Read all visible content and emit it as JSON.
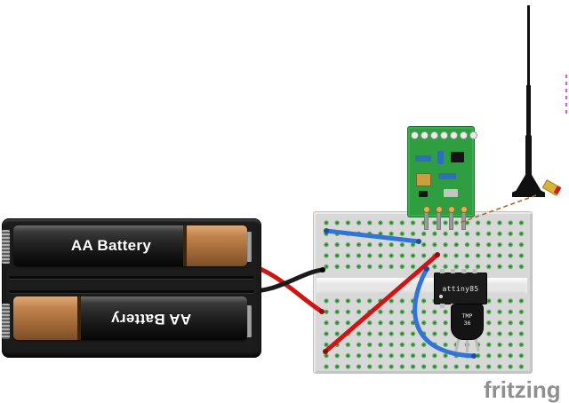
{
  "watermark": {
    "label": "fritzing"
  },
  "battery_holder": {
    "top_battery": {
      "label": "AA Battery"
    },
    "bottom_battery": {
      "label": "AA Battery"
    }
  },
  "components": {
    "attiny": {
      "label": "attiny85"
    },
    "tmp36": {
      "label_line1": "TMP",
      "label_line2": "36"
    }
  },
  "colors": {
    "wire_red": "#cf1414",
    "wire_black": "#1b1b1b",
    "wire_blue": "#3174d6",
    "breadboard_gray": "#d8d8d8",
    "hole_green": "#4fb153",
    "pcb_green": "#2f9e41",
    "battery_body_black": "#1c1c1c",
    "battery_copper": "#b97e4b",
    "antenna_black": "#111111",
    "dashed_connection": "#a8672b",
    "connector_yellow": "#d9b23a",
    "connector_red": "#cc2020",
    "marker_magenta": "#e14fe1",
    "watermark_gray": "#8f8f8f"
  }
}
